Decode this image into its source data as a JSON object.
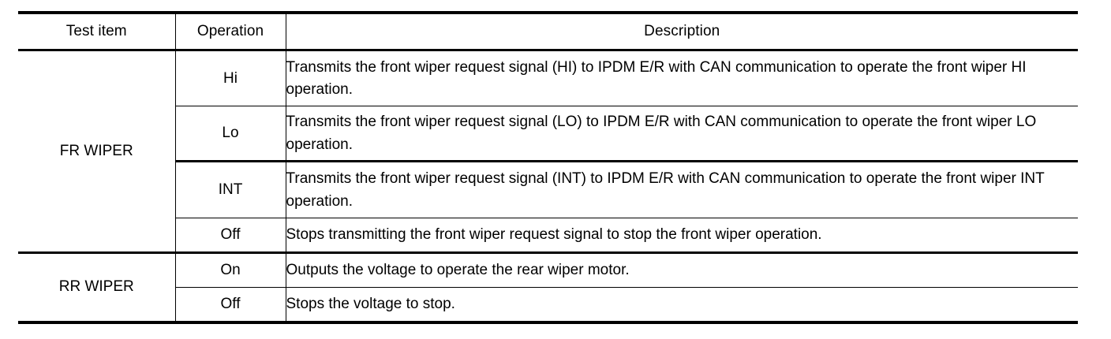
{
  "table": {
    "columns": [
      {
        "key": "test_item",
        "label": "Test item"
      },
      {
        "key": "operation",
        "label": "Operation"
      },
      {
        "key": "description",
        "label": "Description"
      }
    ],
    "groups": [
      {
        "label": "FR WIPER",
        "rows": [
          {
            "operation": "Hi",
            "description": "Transmits the front wiper request signal (HI) to IPDM E/R with CAN communication to operate the front wiper HI operation."
          },
          {
            "operation": "Lo",
            "description": "Transmits the front wiper request signal (LO) to IPDM E/R with CAN communication to operate the front wiper LO operation."
          },
          {
            "operation": "INT",
            "description": "Transmits the front wiper request signal (INT) to IPDM E/R with CAN communication to operate the front wiper INT operation."
          },
          {
            "operation": "Off",
            "description": "Stops transmitting the front wiper request signal to stop the front wiper operation."
          }
        ]
      },
      {
        "label": "RR WIPER",
        "rows": [
          {
            "operation": "On",
            "description": "Outputs the voltage to operate the rear wiper motor."
          },
          {
            "operation": "Off",
            "description": "Stops the voltage to stop."
          }
        ]
      }
    ]
  },
  "colors": {
    "text": "#000000",
    "rule": "#000000",
    "background": "#ffffff"
  }
}
